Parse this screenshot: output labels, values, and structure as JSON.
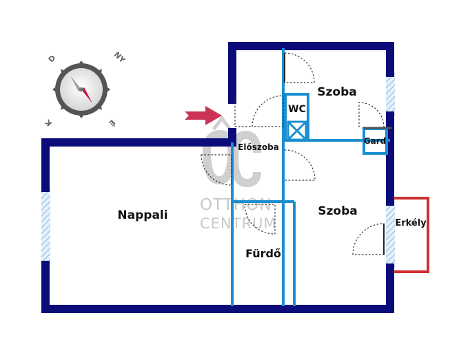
{
  "compass": {
    "n": "É",
    "ne": "NY",
    "nw": "D",
    "sw": "K"
  },
  "watermark": {
    "logo": "ÖC",
    "line1": "OTTHON",
    "line2": "CENTRUM"
  },
  "rooms": {
    "szoba_top": "Szoba",
    "wc": "WC",
    "eloszoba": "Előszoba",
    "gard": "Gard",
    "nappali": "Nappali",
    "szoba_bottom": "Szoba",
    "erkely": "Erkély",
    "furdo": "Fürdő"
  },
  "colors": {
    "outer_wall": "#0b0b7a",
    "inner_wall": "#1a8fd0",
    "balcony": "#d03030",
    "window": "#bcd6ee",
    "entrance_arrow": "#cc3355"
  }
}
